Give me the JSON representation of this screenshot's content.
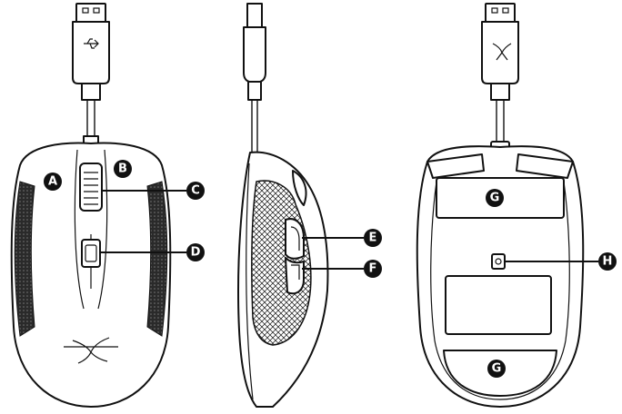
{
  "callouts": {
    "A": "A",
    "B": "B",
    "C": "C",
    "D": "D",
    "E": "E",
    "F": "F",
    "G_top": "G",
    "G_bottom": "G",
    "H": "H"
  },
  "colors": {
    "ink": "#111111",
    "paper": "#ffffff"
  },
  "icons": {
    "usb": "usb-icon",
    "brand_logo": "hyperx-logo"
  }
}
